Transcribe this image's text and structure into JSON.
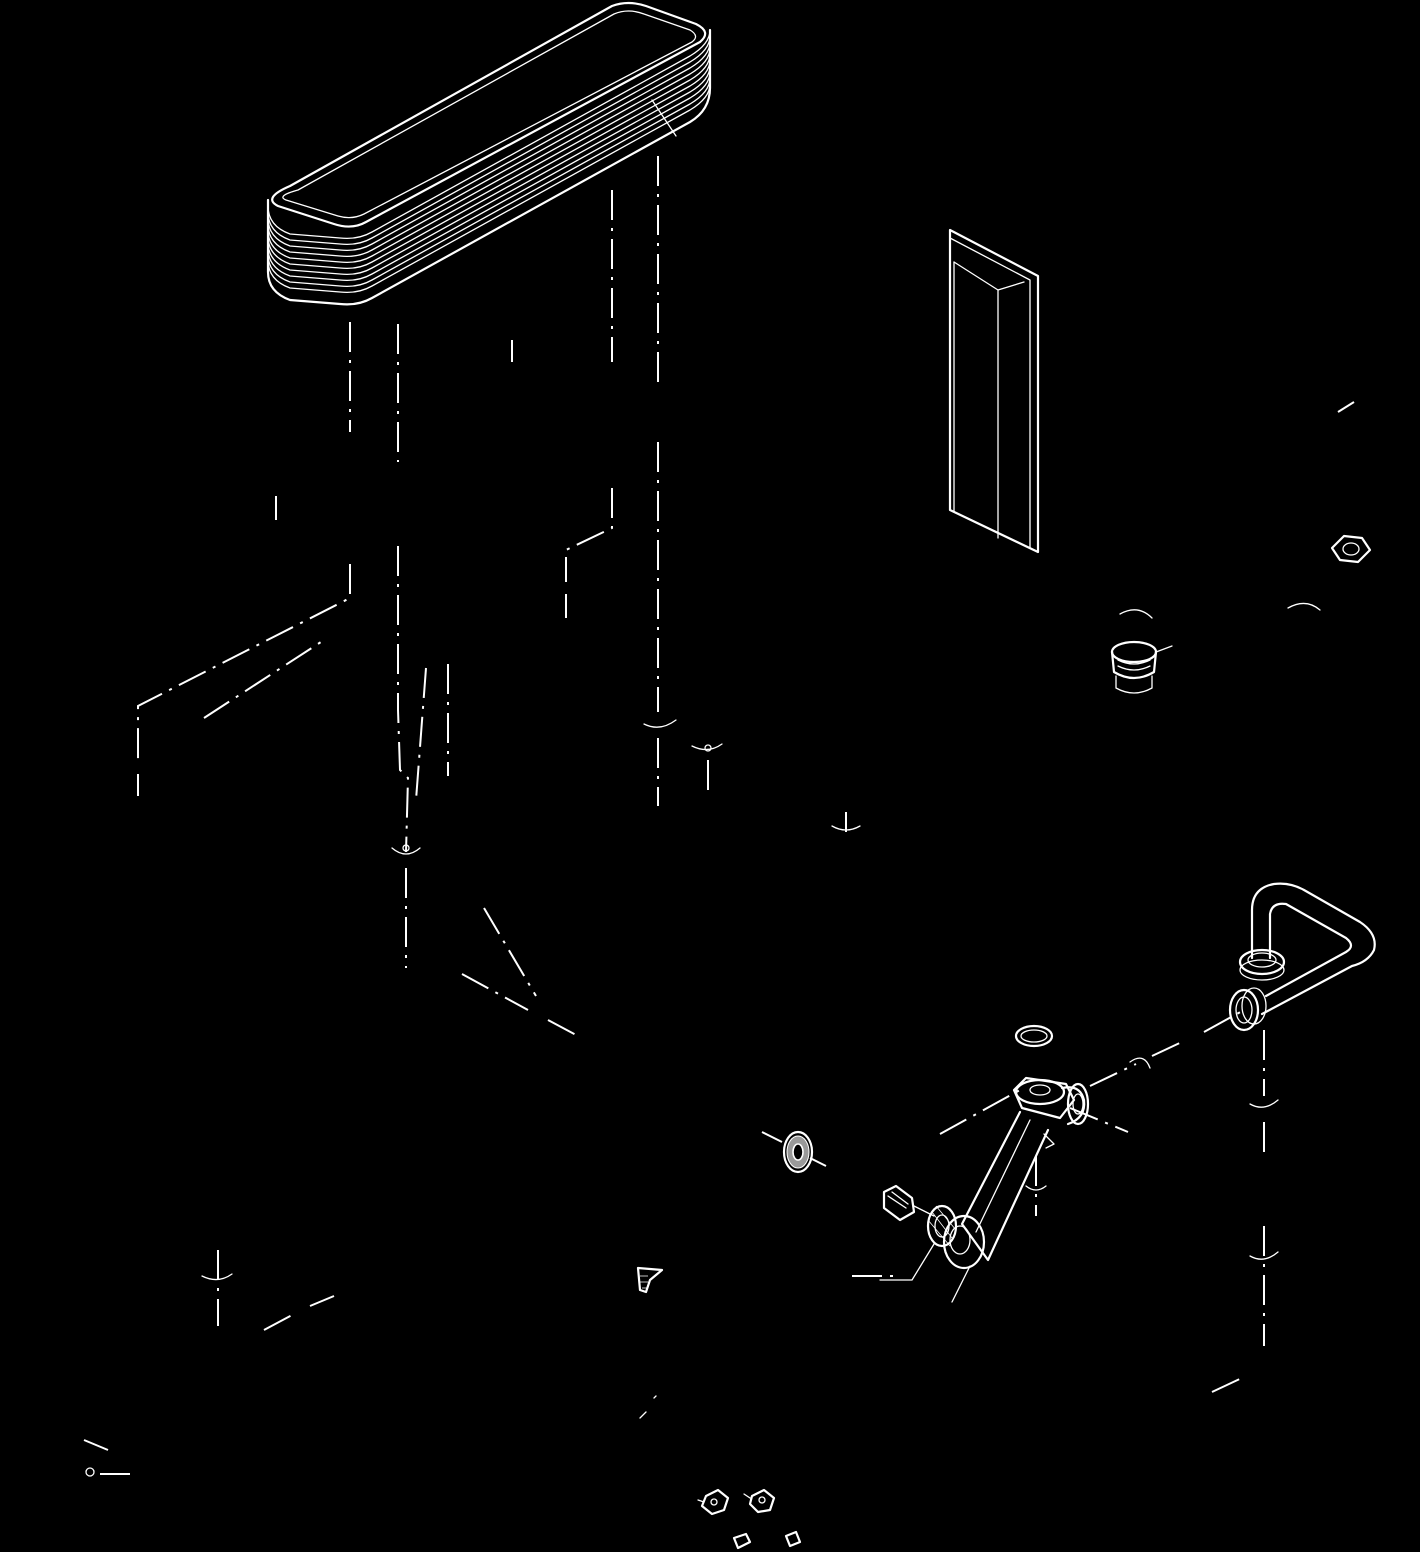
{
  "figure": {
    "kind": "exploded isometric line drawing",
    "background": "#000000",
    "line_color": "#ffffff",
    "printed_text": [],
    "parts": [
      "reservoir-tank",
      "side-panel",
      "hose-routing-lines",
      "pump-body",
      "pipe-loop",
      "fittings",
      "washers",
      "hex-nut",
      "connectors"
    ]
  }
}
